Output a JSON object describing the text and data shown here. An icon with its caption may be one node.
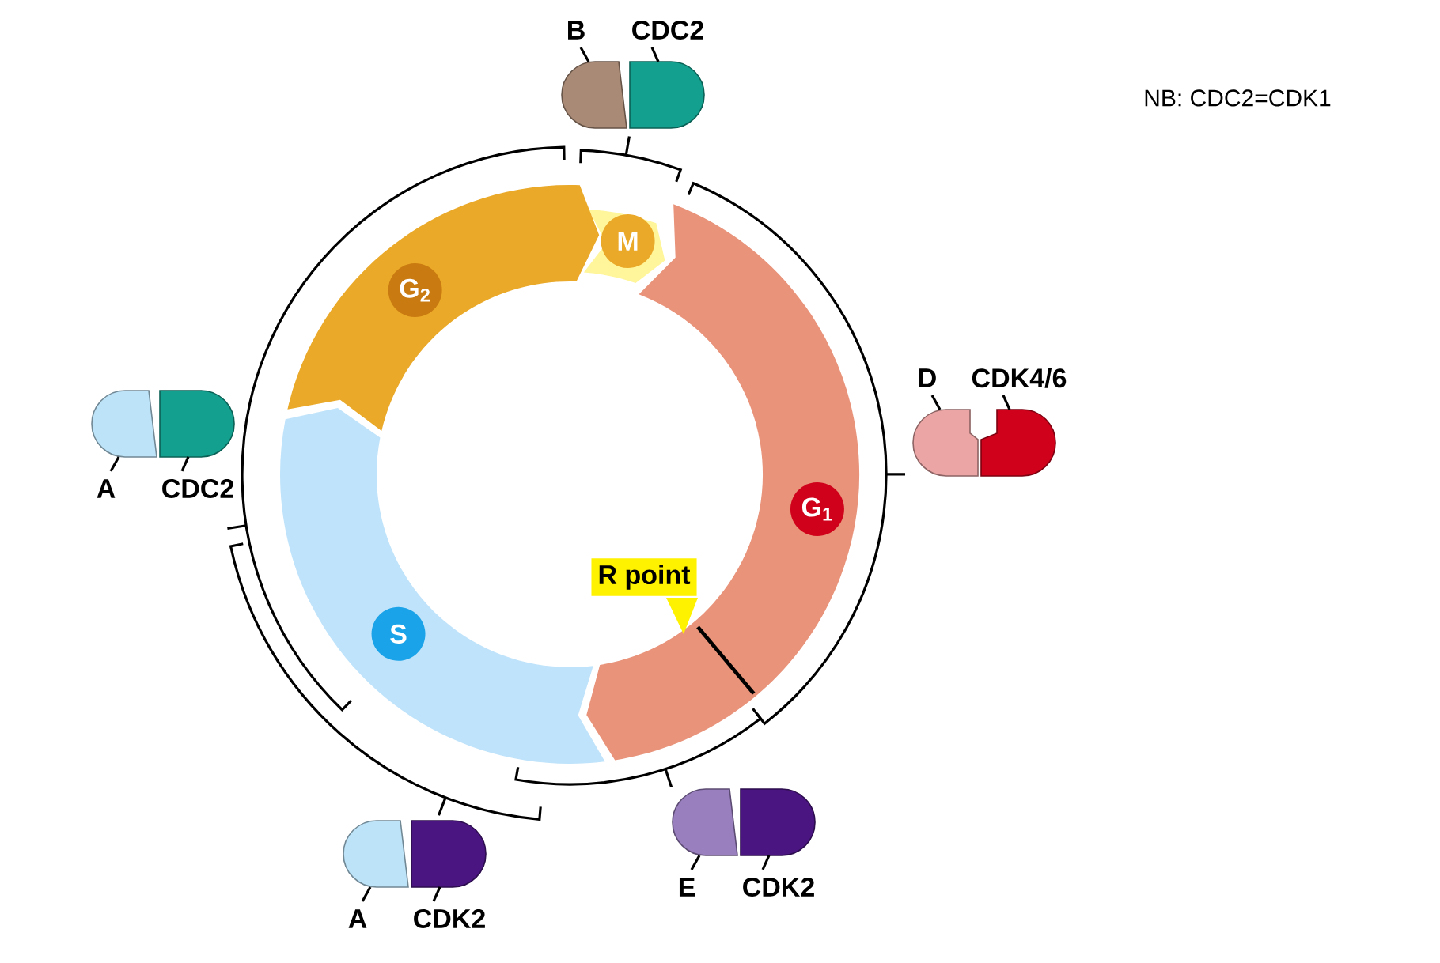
{
  "diagram": {
    "nodes": [
      {
        "text": [
          "B",
          "CDC2"
        ]
      },
      {
        "text": [
          "M"
        ]
      },
      {
        "text": [
          "G$_{2}$"
        ]
      },
      {
        "text": [
          "D",
          "CDK4/6"
        ]
      },
      {
        "text": [
          "A",
          "CDC2"
        ]
      },
      {
        "text": [
          "G$_{1}$"
        ]
      },
      {
        "text": [
          "R point"
        ]
      },
      {
        "text": [
          "S"
        ]
      },
      {
        "text": [
          "E",
          "CDK2"
        ]
      },
      {
        "text": [
          "A",
          "CDK2"
        ]
      }
    ],
    "labels": [
      "NB: CDC2=CDK1"
    ]
  }
}
